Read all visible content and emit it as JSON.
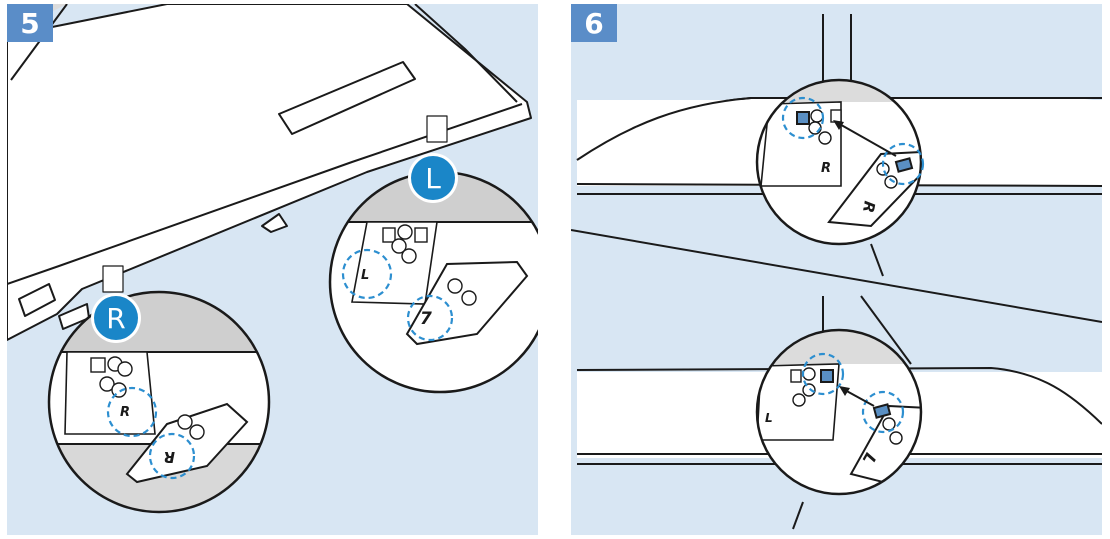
{
  "colors": {
    "panel_background": "#d8e6f3",
    "badge": "#5a8dc8",
    "marker": "#1a86c8",
    "highlight_dashed": "#2d8fd0",
    "highlight_fill": "#5a8fc3",
    "outline": "#1a1a1a",
    "tv_body": "#ffffff",
    "tv_shade": "#dcdcdc"
  },
  "steps": [
    {
      "number": "5",
      "markers": [
        {
          "text": "R"
        },
        {
          "text": "L"
        }
      ],
      "zoom_labels": {
        "tv_right": "R",
        "stand_right": "R",
        "tv_left": "L",
        "stand_left": "7"
      }
    },
    {
      "number": "6",
      "zoom_labels": {
        "top_tv": "R",
        "top_stand": "R",
        "bottom_tv": "L",
        "bottom_stand": "L"
      }
    }
  ]
}
